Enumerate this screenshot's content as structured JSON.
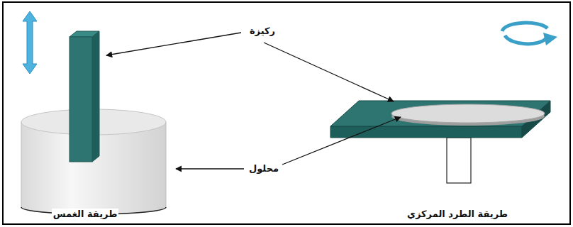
{
  "diagram": {
    "labels": [
      "ركيزة",
      "محلول",
      "طريقة الغمس",
      "طريقة الطرد المركزي"
    ]
  }
}
